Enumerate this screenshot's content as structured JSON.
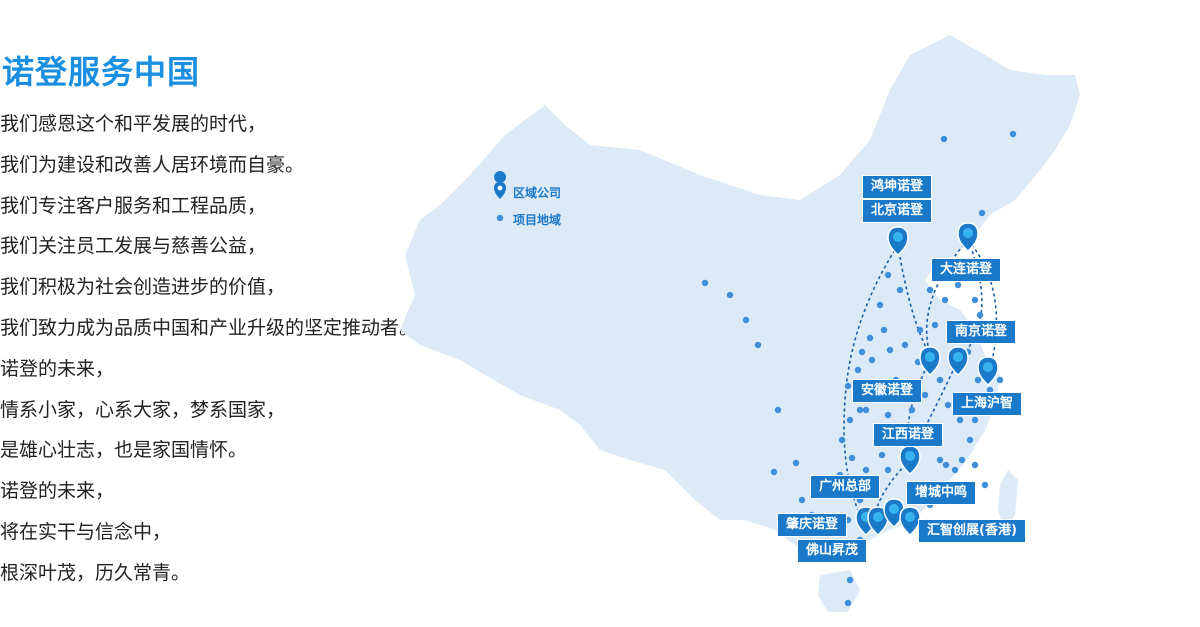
{
  "title": "诺登服务中国",
  "lines": [
    "我们感恩这个和平发展的时代，",
    "我们为建设和改善人居环境而自豪。",
    "我们专注客户服务和工程品质，",
    "我们关注员工发展与慈善公益，",
    "我们积极为社会创造进步的价值，",
    "我们致力成为品质中国和产业升级的坚定推动者。",
    "诺登的未来，",
    "情系小家，心系大家，梦系国家，",
    "是雄心壮志，也是家国情怀。",
    "诺登的未来，",
    "将在实干与信念中，",
    "根深叶茂，历久常青。"
  ],
  "legend": {
    "regional_company": "区域公司",
    "project_area": "项目地域"
  },
  "labels": {
    "hongkun": "鸿坤诺登",
    "beijing": "北京诺登",
    "dalian": "大连诺登",
    "nanjing": "南京诺登",
    "anhui": "安徽诺登",
    "shanghai": "上海沪智",
    "jiangxi": "江西诺登",
    "guangzhou": "广州总部",
    "zengcheng": "增城中鸣",
    "zhaoqing": "肇庆诺登",
    "huizhi": "汇智创展(香港)",
    "foshan": "佛山昇茂"
  },
  "colors": {
    "title": "#1a8fe0",
    "map_fill": "#dce9f6",
    "marker": "#1b79c9",
    "dot": "#3d8fd9",
    "label_bg": "#1b79c9"
  }
}
